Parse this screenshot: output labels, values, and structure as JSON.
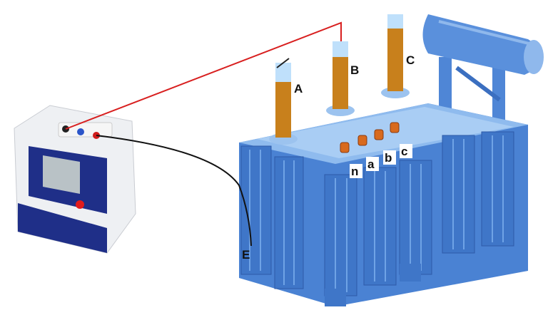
{
  "diagram": {
    "labels": {
      "hv_a": "A",
      "hv_b": "B",
      "hv_c": "C",
      "lv_n": "n",
      "lv_a": "a",
      "lv_b": "b",
      "lv_c": "c",
      "earth": "E"
    },
    "colors": {
      "transformer": "#4f86d6",
      "transformer_light": "#9cc3ef",
      "bushing": "#c8801c",
      "lead_red": "#d81f1f",
      "lead_black": "#111111",
      "instrument_panel": "#1f2f88"
    }
  }
}
